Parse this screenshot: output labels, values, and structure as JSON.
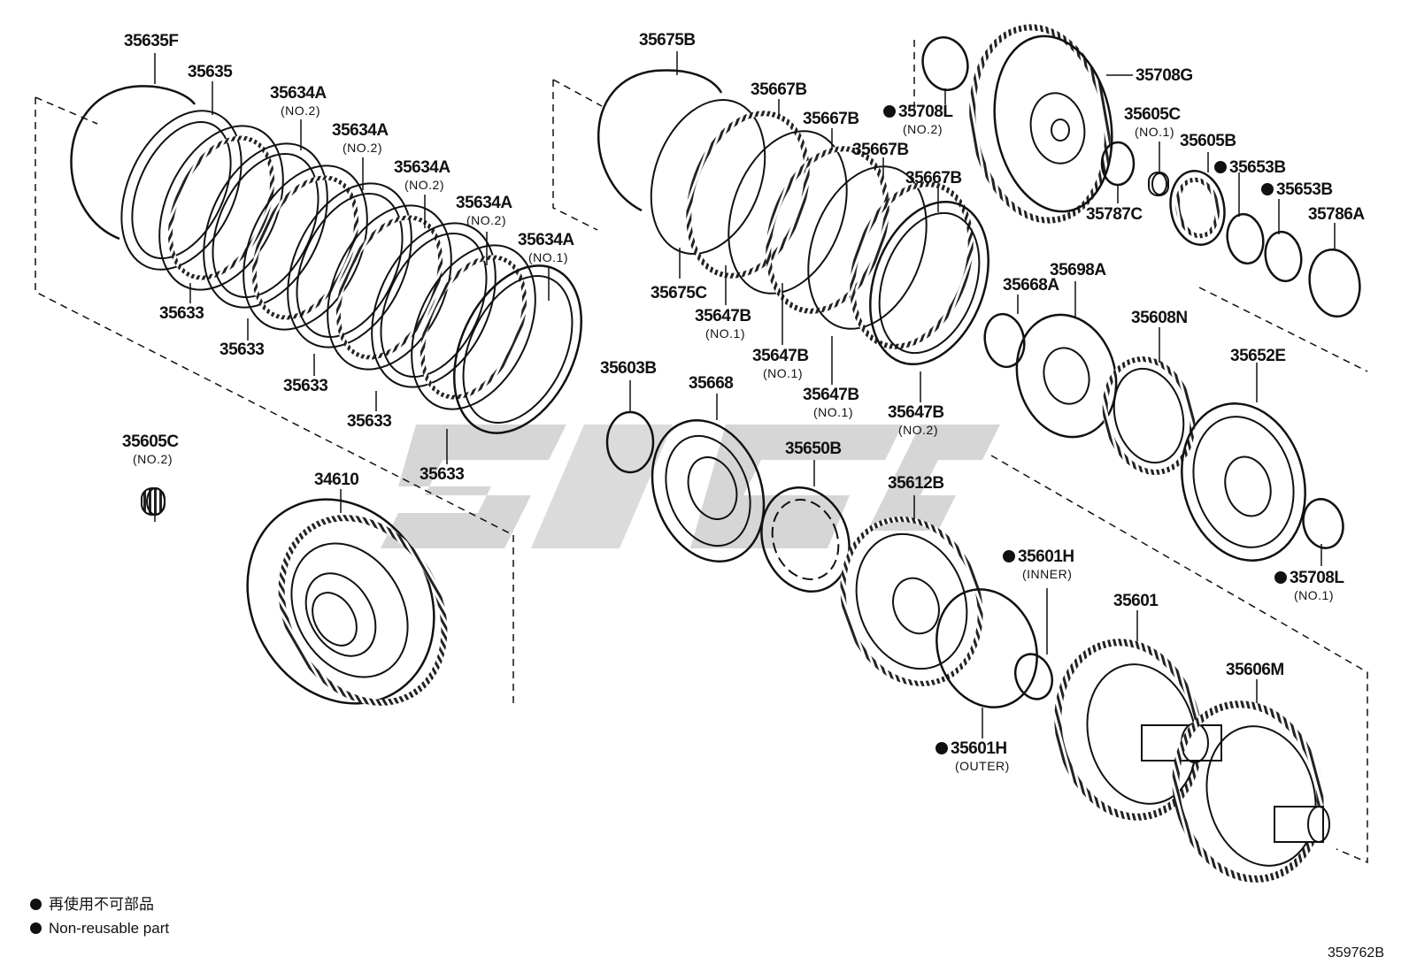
{
  "labels": [
    {
      "id": "l1",
      "text": "35635F"
    },
    {
      "id": "l2",
      "text": "35635"
    },
    {
      "id": "l3",
      "text": "35634A",
      "sub": "(NO.2)"
    },
    {
      "id": "l4",
      "text": "35634A",
      "sub": "(NO.2)"
    },
    {
      "id": "l5",
      "text": "35634A",
      "sub": "(NO.2)"
    },
    {
      "id": "l6",
      "text": "35634A",
      "sub": "(NO.2)"
    },
    {
      "id": "l7",
      "text": "35634A",
      "sub": "(NO.1)"
    },
    {
      "id": "l8",
      "text": "35633"
    },
    {
      "id": "l9",
      "text": "35633"
    },
    {
      "id": "l10",
      "text": "35633"
    },
    {
      "id": "l11",
      "text": "35633"
    },
    {
      "id": "l12",
      "text": "35633"
    },
    {
      "id": "l13",
      "text": "35605C",
      "sub": "(NO.2)"
    },
    {
      "id": "l14",
      "text": "34610"
    },
    {
      "id": "l15",
      "text": "35675B"
    },
    {
      "id": "l16",
      "text": "35667B"
    },
    {
      "id": "l17",
      "text": "35667B"
    },
    {
      "id": "l18",
      "text": "35667B"
    },
    {
      "id": "l19",
      "text": "35667B"
    },
    {
      "id": "l20",
      "text": "35675C"
    },
    {
      "id": "l21",
      "text": "35647B",
      "sub": "(NO.1)"
    },
    {
      "id": "l22",
      "text": "35647B",
      "sub": "(NO.1)"
    },
    {
      "id": "l23",
      "text": "35647B",
      "sub": "(NO.1)"
    },
    {
      "id": "l24",
      "text": "35647B",
      "sub": "(NO.2)"
    },
    {
      "id": "l25",
      "text": "35603B"
    },
    {
      "id": "l26",
      "text": "35668"
    },
    {
      "id": "l27",
      "text": "35650B"
    },
    {
      "id": "l28",
      "text": "35612B"
    },
    {
      "id": "l29",
      "text": "35708L",
      "sub": "(NO.2)",
      "mark": true
    },
    {
      "id": "l30",
      "text": "35708G"
    },
    {
      "id": "l31",
      "text": "35605C",
      "sub": "(NO.1)"
    },
    {
      "id": "l32",
      "text": "35605B"
    },
    {
      "id": "l33",
      "text": "35653B",
      "mark": true
    },
    {
      "id": "l34",
      "text": "35653B",
      "mark": true
    },
    {
      "id": "l35",
      "text": "35786A"
    },
    {
      "id": "l36",
      "text": "35787C"
    },
    {
      "id": "l37",
      "text": "35668A"
    },
    {
      "id": "l38",
      "text": "35698A"
    },
    {
      "id": "l39",
      "text": "35608N"
    },
    {
      "id": "l40",
      "text": "35652E"
    },
    {
      "id": "l41",
      "text": "35708L",
      "sub": "(NO.1)",
      "mark": true
    },
    {
      "id": "l42",
      "text": "35601H",
      "sub": "(INNER)",
      "mark": true
    },
    {
      "id": "l43",
      "text": "35601H",
      "sub": "(OUTER)",
      "mark": true
    },
    {
      "id": "l44",
      "text": "35601"
    },
    {
      "id": "l45",
      "text": "35606M"
    }
  ],
  "legend": {
    "line1": "再使用不可部品",
    "line2": "Non-reusable part"
  },
  "reference": "359762B"
}
